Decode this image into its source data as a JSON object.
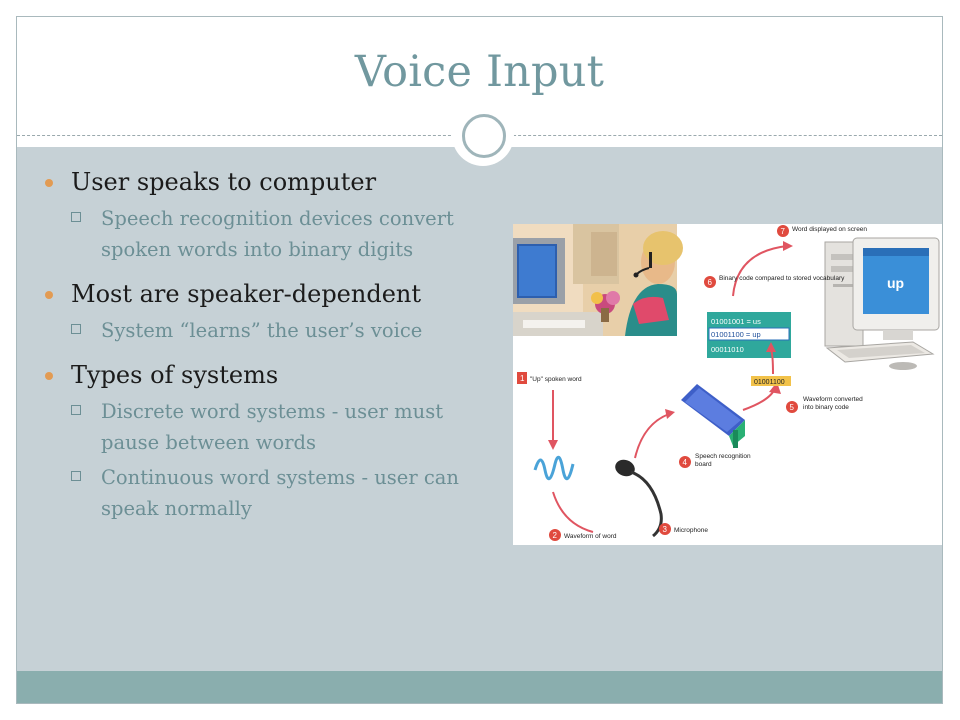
{
  "slide": {
    "title": "Voice Input",
    "bullets": [
      {
        "text": "User speaks to computer",
        "sub": [
          "Speech recognition devices convert spoken words into binary digits"
        ]
      },
      {
        "text": "Most are speaker-dependent",
        "sub": [
          "System “learns” the user’s voice"
        ]
      },
      {
        "text": "Types of systems",
        "sub": [
          "Discrete word systems - user must pause between words",
          "Continuous word systems - user can speak normally"
        ]
      }
    ]
  },
  "illustration": {
    "steps": [
      {
        "num": "1",
        "label": "\"Up\" spoken word"
      },
      {
        "num": "2",
        "label": "Waveform of word"
      },
      {
        "num": "3",
        "label": "Microphone"
      },
      {
        "num": "4",
        "label": "Speech recognition board"
      },
      {
        "num": "5",
        "label": "Waveform converted into binary code"
      },
      {
        "num": "6",
        "label": "Binary code compared to stored vocabulary"
      },
      {
        "num": "7",
        "label": "Word displayed on screen"
      }
    ],
    "binary_codes": [
      "01001001 = us",
      "01001100 = up",
      "00011010"
    ],
    "binary_output": "01001100",
    "screen_word": "up"
  },
  "colors": {
    "title": "#71989f",
    "content_bg": "#c6d1d6",
    "footer": "#8aaeae",
    "bullet": "#e29b53",
    "sub_text": "#6c8f95"
  }
}
